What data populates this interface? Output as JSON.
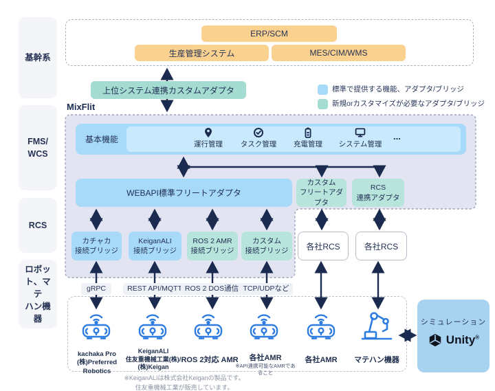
{
  "palette": {
    "navy_text_arrows": "#1b2b4f",
    "standard_blue": "#a7daf8",
    "custom_teal": "#b7e4db",
    "top_adapter_teal": "#a5dcd2",
    "host_orange": "#fbd190",
    "mixflit_lavender": "#e2e5f1",
    "unity_blue": "#a7d3f1",
    "robot_outline_blue": "#2e7ce0"
  },
  "sidebar": {
    "items": [
      {
        "label": "基幹系"
      },
      {
        "label": "FMS/\nWCS"
      },
      {
        "label": "RCS"
      },
      {
        "label": "ロボッ\nト、マテ\nハン機器"
      }
    ]
  },
  "host_systems": {
    "erp": "ERP/SCM",
    "production": "生産管理システム",
    "mes": "MES/CIM/WMS"
  },
  "top_adapter": {
    "label": "上位システム連携カスタムアダプタ"
  },
  "legend": {
    "standard": "標準で提供する機能、アダプタ/ブリッジ",
    "custom": "新規orカスタマイズが必要なアダプタ/ブリッジ"
  },
  "mixflit": {
    "title": "MixFlit",
    "basic_functions": {
      "label": "基本機能",
      "items": [
        {
          "label": "運行管理",
          "icon": "location-pin-icon"
        },
        {
          "label": "タスク管理",
          "icon": "check-circle-icon"
        },
        {
          "label": "充電管理",
          "icon": "battery-icon"
        },
        {
          "label": "システム管理",
          "icon": "monitor-icon"
        }
      ],
      "more": "..."
    },
    "webapi_adapter": {
      "label": "WEBAPI標準フリートアダプタ"
    },
    "custom_fleet_adapter": {
      "label": "カスタム\nフリートアダプタ"
    },
    "rcs_link_adapter": {
      "label": "RCS\n連携アダプタ"
    },
    "bridges": [
      {
        "label": "カチャカ\n接続ブリッジ",
        "type": "standard"
      },
      {
        "label": "KeiganALI\n接続ブリッジ",
        "type": "standard"
      },
      {
        "label": "ROS 2 AMR\n接続ブリッジ",
        "type": "custom"
      },
      {
        "label": "カスタム\n接続ブリッジ",
        "type": "custom"
      }
    ]
  },
  "rcs_vendors": [
    {
      "label": "各社RCS"
    },
    {
      "label": "各社RCS"
    }
  ],
  "protocols": [
    {
      "label": "gRPC"
    },
    {
      "label": "REST API/MQTT"
    },
    {
      "label": "ROS 2 DOS通信"
    },
    {
      "label": "TCP/UDPなど"
    }
  ],
  "devices": [
    {
      "label": "kachaka Pro\n(株)Preferred Robotics"
    },
    {
      "label": "KeiganALI\n住友重機械工業(株)/\n(株)Keigan"
    },
    {
      "label": "ROS 2対応 AMR"
    },
    {
      "label": "各社AMR",
      "note": "※API連携可能なAMRであること"
    },
    {
      "label": "各社AMR"
    },
    {
      "label": "マテハン機器"
    }
  ],
  "simulation": {
    "label": "シミュレーション",
    "brand": "Unity",
    "reg": "®"
  },
  "footnote": {
    "text": "※KeiganALIは株式会社Keiganの製品です。\n住友重機械工業が販売しています。"
  }
}
